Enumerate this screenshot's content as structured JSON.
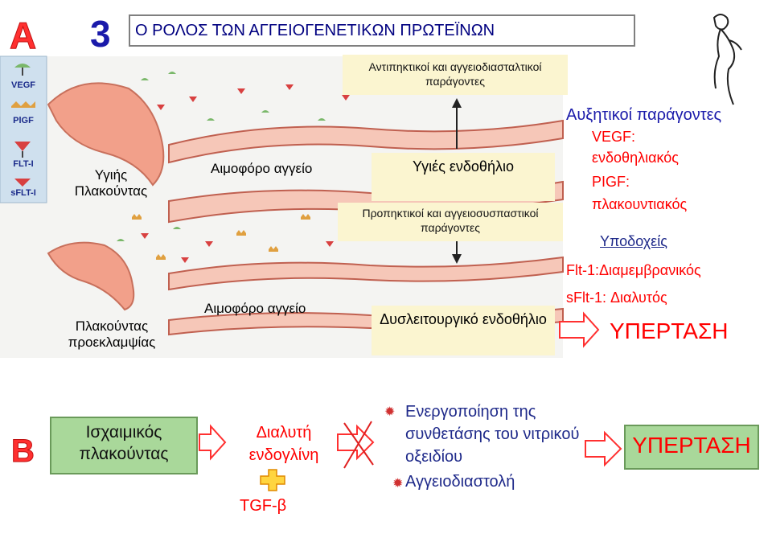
{
  "section_a": {
    "letter": "A",
    "number": "3",
    "title": "Ο ΡΟΛΟΣ ΤΩΝ ΑΓΓΕΙΟΓΕΝΕΤΙΚΩΝ ΠΡΩΤΕΪΝΩΝ",
    "legend": [
      "VEGF",
      "PlGF",
      "FLT-I",
      "sFLT-I"
    ],
    "healthy_placenta": "Υγιής Πλακούντας",
    "preeclampsia_placenta": "Πλακούντας προεκλαμψίας",
    "blood_vessel_top": "Αιμοφόρο αγγείο",
    "blood_vessel_bottom": "Αιμοφόρο αγγείο",
    "antiapoptotic": "Αντιπηκτικοί και αγγειοδιασταλτικοί παράγοντες",
    "healthy_endothelium": "Υγιές ενδοθήλιο",
    "procoagulant": "Προπηκτικοί και αγγειοσυσπαστικοί παράγοντες",
    "dysfunctional_endothelium": "Δυσλειτουργικό ενδοθήλιο",
    "growth_factors_title": "Αυξητικοί παράγοντες",
    "vegf_label": "VEGF:",
    "vegf_desc": "ενδοθηλιακός",
    "plgf_label": "PIGF:",
    "plgf_desc": "πλακουντιακός",
    "receptors_title": "Υποδοχείς",
    "flt1": "Flt-1:Διαμεμβρανικός",
    "sflt1": "sFlt-1: Διαλυτός",
    "hypertension": "ΥΠΕΡΤΑΣΗ"
  },
  "section_b": {
    "letter": "B",
    "ischemic_placenta": "Ισχαιμικός πλακούντας",
    "soluble_endoglin": "Διαλυτή ενδογλίνη",
    "tgf": "TGF-β",
    "nitric_oxide": "Ενεργοποίηση της συνθετάσης του νιτρικού οξειδίου",
    "vasodilation": "Αγγειοδιαστολή",
    "hypertension": "ΥΠΕΡΤΑΣΗ"
  },
  "colors": {
    "accent_red": "#ff0000",
    "title_blue": "#000080",
    "green_box": "#a9d89a",
    "yellow_box": "#fbf5d0",
    "vessel_pink": "#f3b9a8"
  }
}
